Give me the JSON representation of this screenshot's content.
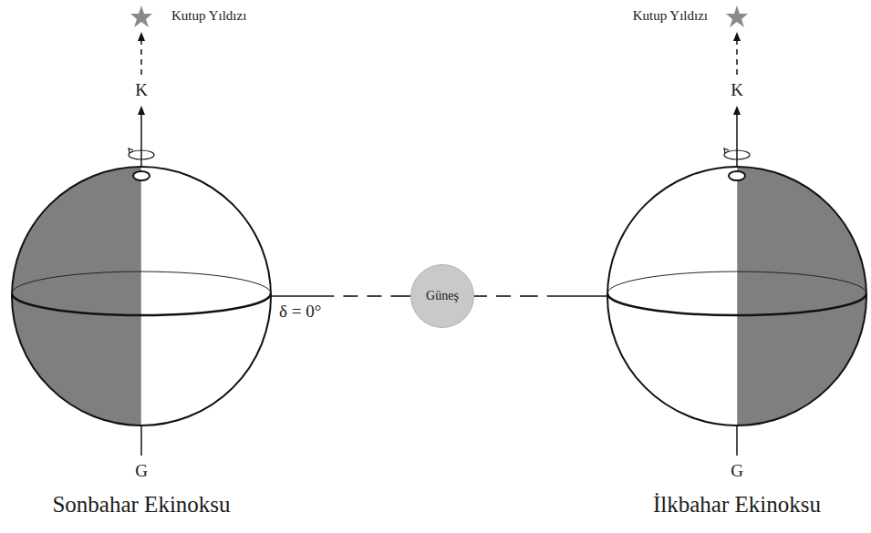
{
  "diagram": {
    "nodes": [
      {
        "text": [
          "Sonbahar Ekinoksu"
        ]
      },
      {
        "text": [
          "Güneş"
        ]
      },
      {
        "text": [
          "İlkbahar Ekinoksu"
        ]
      }
    ],
    "edges": [
      {
        "from": 0,
        "to": 1,
        "arrow": "none",
        "label": "δ = 0°"
      },
      {
        "from": 1,
        "to": 2,
        "arrow": "none"
      }
    ],
    "labels": [
      "Kutup Yıldızı",
      "K",
      "G",
      "Kutup Yıldızı",
      "K",
      "G"
    ]
  }
}
